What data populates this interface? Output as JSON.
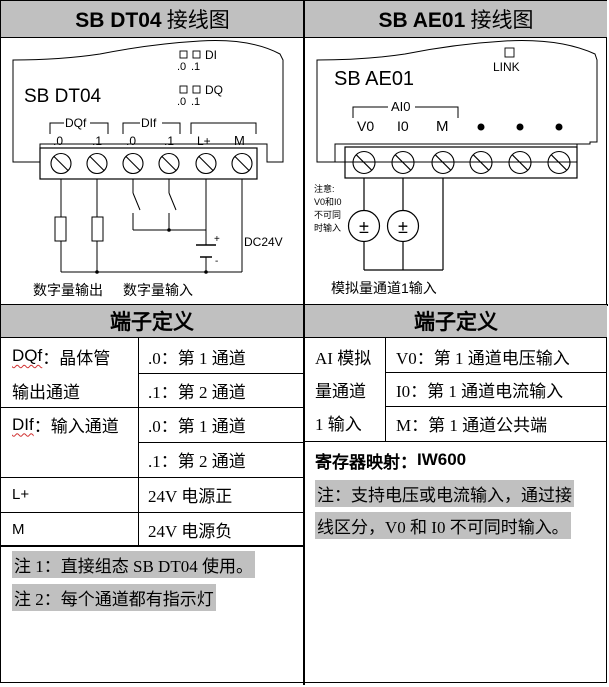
{
  "left_panel": {
    "header": {
      "model": "SB DT04",
      "suffix": "接线图"
    },
    "diagram": {
      "module_label": "SB DT04",
      "led_groups": [
        {
          "name": "DI",
          "channels": [
            ".0",
            ".1"
          ]
        },
        {
          "name": "DQ",
          "channels": [
            ".0",
            ".1"
          ]
        }
      ],
      "terminal_groups": [
        {
          "name": "DQf",
          "labels": [
            ".0",
            ".1"
          ]
        },
        {
          "name": "DIf",
          "labels": [
            ".0",
            ".1"
          ]
        },
        {
          "name": "",
          "labels": [
            "L+",
            "M"
          ]
        }
      ],
      "supply_label": "DC24V",
      "plus_sign": "+",
      "minus_sign": "-",
      "caption_output": "数字量输出",
      "caption_input": "数字量输入"
    },
    "definitions": {
      "title": "端子定义",
      "rows": [
        {
          "term": "DQf",
          "desc": "：晶体管",
          "desc2": "输出通道",
          "channels": [
            ".0：第 1 通道",
            ".1：第 2 通道"
          ]
        },
        {
          "term": "DIf",
          "desc": "：输入通道",
          "channels": [
            ".0：第 1 通道",
            ".1：第 2 通道"
          ]
        },
        {
          "term": "L+",
          "value": "24V 电源正"
        },
        {
          "term": "M",
          "value": "24V 电源负"
        }
      ],
      "notes": [
        "注 1：直接组态 SB DT04 使用。",
        "注 2：每个通道都有指示灯"
      ]
    }
  },
  "right_panel": {
    "header": {
      "model": "SB AE01",
      "suffix": "接线图"
    },
    "diagram": {
      "module_label": "SB AE01",
      "link_label": "LINK",
      "group_name": "AI0",
      "terminal_labels": [
        "V0",
        "I0",
        "M"
      ],
      "source_symbol": "±",
      "side_note": [
        "注意:",
        "V0和I0",
        "不可同",
        "时输入"
      ],
      "caption": "模拟量通道1输入"
    },
    "definitions": {
      "title": "端子定义",
      "group_label_lines": [
        "AI 模拟",
        "量通道",
        "1 输入"
      ],
      "rows": [
        "V0：第 1 通道电压输入",
        "I0：第 1 通道电流输入",
        "M：第 1 通道公共端"
      ],
      "register_label": "寄存器映射：",
      "register_value": "IW600",
      "notes": [
        "注：支持电压或电流输入，通过接",
        "线区分，V0 和 I0 不可同时输入。"
      ]
    }
  }
}
